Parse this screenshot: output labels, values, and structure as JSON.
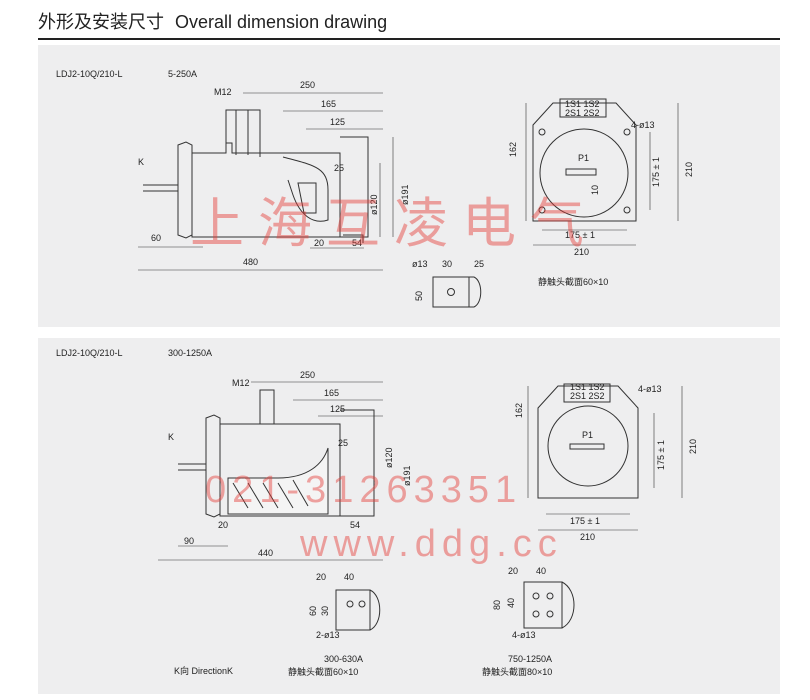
{
  "header": {
    "title_cn": "外形及安装尺寸",
    "title_en": "Overall dimension drawing"
  },
  "watermark": {
    "company": "上海互凌电气",
    "phone": "021-31263351",
    "site": "www.ddg.cc"
  },
  "panel1": {
    "model": "LDJ2-10Q/210-L",
    "range": "5-250A",
    "dims": {
      "d250": "250",
      "d165": "165",
      "d125": "125",
      "m12": "M12",
      "d25": "25",
      "d120": "ø120",
      "d191": "ø191",
      "d20": "20",
      "d54": "54",
      "d60": "60",
      "d480": "480",
      "k": "K"
    },
    "front": {
      "d162": "162",
      "d210": "210",
      "d175v": "175 ± 1",
      "d175h": "175 ± 1",
      "d210h": "210",
      "hole": "4-ø13",
      "p1": "P1",
      "d10": "10",
      "term1": "1S1 1S2",
      "term2": "2S1 2S2"
    },
    "contact": {
      "hole": "ø13",
      "d30": "30",
      "d50": "50",
      "d25": "25",
      "caption": "静触头截面60×10"
    }
  },
  "panel2": {
    "model": "LDJ2-10Q/210-L",
    "range": "300-1250A",
    "dims": {
      "d250": "250",
      "d165": "165",
      "d125": "125",
      "m12": "M12",
      "d25": "25",
      "d120": "ø120",
      "d191": "ø191",
      "d20": "20",
      "d54": "54",
      "d90": "90",
      "d440": "440",
      "k": "K"
    },
    "front": {
      "d162": "162",
      "d210": "210",
      "d175v": "175 ± 1",
      "d175h": "175 ± 1",
      "d210h": "210",
      "hole": "4-ø13",
      "p1": "P1",
      "term1": "1S1 1S2",
      "term2": "2S1 2S2"
    },
    "contact1": {
      "d20": "20",
      "d40": "40",
      "d60": "60",
      "d30": "30",
      "hole": "2-ø13",
      "range": "300-630A",
      "caption": "静触头截面60×10"
    },
    "contact2": {
      "d20": "20",
      "d40": "40",
      "d80": "80",
      "d40v": "40",
      "hole": "4-ø13",
      "range": "750-1250A",
      "caption": "静触头截面80×10"
    },
    "direction": "K向 DirectionK"
  }
}
